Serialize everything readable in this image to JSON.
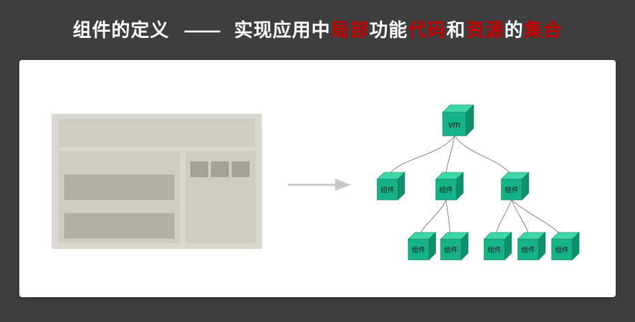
{
  "title": {
    "heading": "组件的定义",
    "dash": "——",
    "segments": [
      {
        "text": "实现应用中",
        "highlight": false
      },
      {
        "text": "局部",
        "highlight": true
      },
      {
        "text": "功能",
        "highlight": false
      },
      {
        "text": "代码",
        "highlight": true
      },
      {
        "text": "和",
        "highlight": false
      },
      {
        "text": "资源",
        "highlight": true
      },
      {
        "text": "的",
        "highlight": false
      },
      {
        "text": "集合",
        "highlight": true
      }
    ]
  },
  "diagram": {
    "wireframe": {
      "description": "webpage-layout-placeholder",
      "header_blocks": 1,
      "content_bars": 2,
      "sidebar_squares": 3
    },
    "arrow_icon": "right-arrow",
    "tree": {
      "root": {
        "label": "vm"
      },
      "level1": [
        {
          "label": "组件"
        },
        {
          "label": "组件"
        },
        {
          "label": "组件"
        }
      ],
      "level2": [
        {
          "label": "组件"
        },
        {
          "label": "组件"
        },
        {
          "label": "组件"
        },
        {
          "label": "组件"
        },
        {
          "label": "组件"
        }
      ]
    }
  },
  "colors": {
    "background": "#3e3e3e",
    "panel": "#ffffff",
    "title_text": "#ffffff",
    "title_highlight": "#c00000",
    "cube_top": "#3fd6a7",
    "cube_front": "#17b388",
    "cube_side": "#0f8f6c",
    "wireframe_outer": "#dbd8d2",
    "wireframe_panel": "#cfccc6",
    "wireframe_bar": "#b2afa9",
    "wireframe_square": "#a4a19c",
    "connector": "#808080",
    "arrow": "#c8c8c8"
  }
}
